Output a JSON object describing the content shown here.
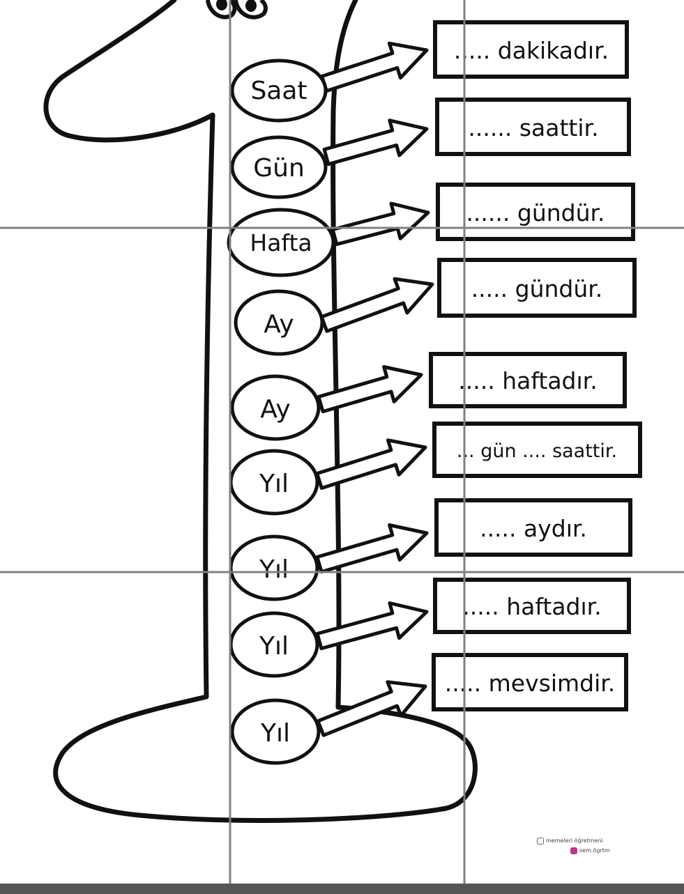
{
  "worksheet": {
    "units": [
      "Saat",
      "Gün",
      "Hafta",
      "Ay",
      "Ay",
      "Yıl",
      "Yıl",
      "Yıl",
      "Yıl"
    ],
    "answers": [
      "..... dakikadır.",
      "...... saattir.",
      "...... gündür.",
      "..... gündür.",
      "..... haftadır.",
      "... gün .... saattir.",
      "..... aydır.",
      "..... haftadır.",
      "..... mevsimdir."
    ]
  },
  "credit": {
    "line1": "memeleri öğretmeni",
    "line2": "sem.ögrtm"
  },
  "colors": {
    "ink": "#111111",
    "grid": "#808080",
    "paper": "#ffffff",
    "bottom_bar": "#555555"
  }
}
